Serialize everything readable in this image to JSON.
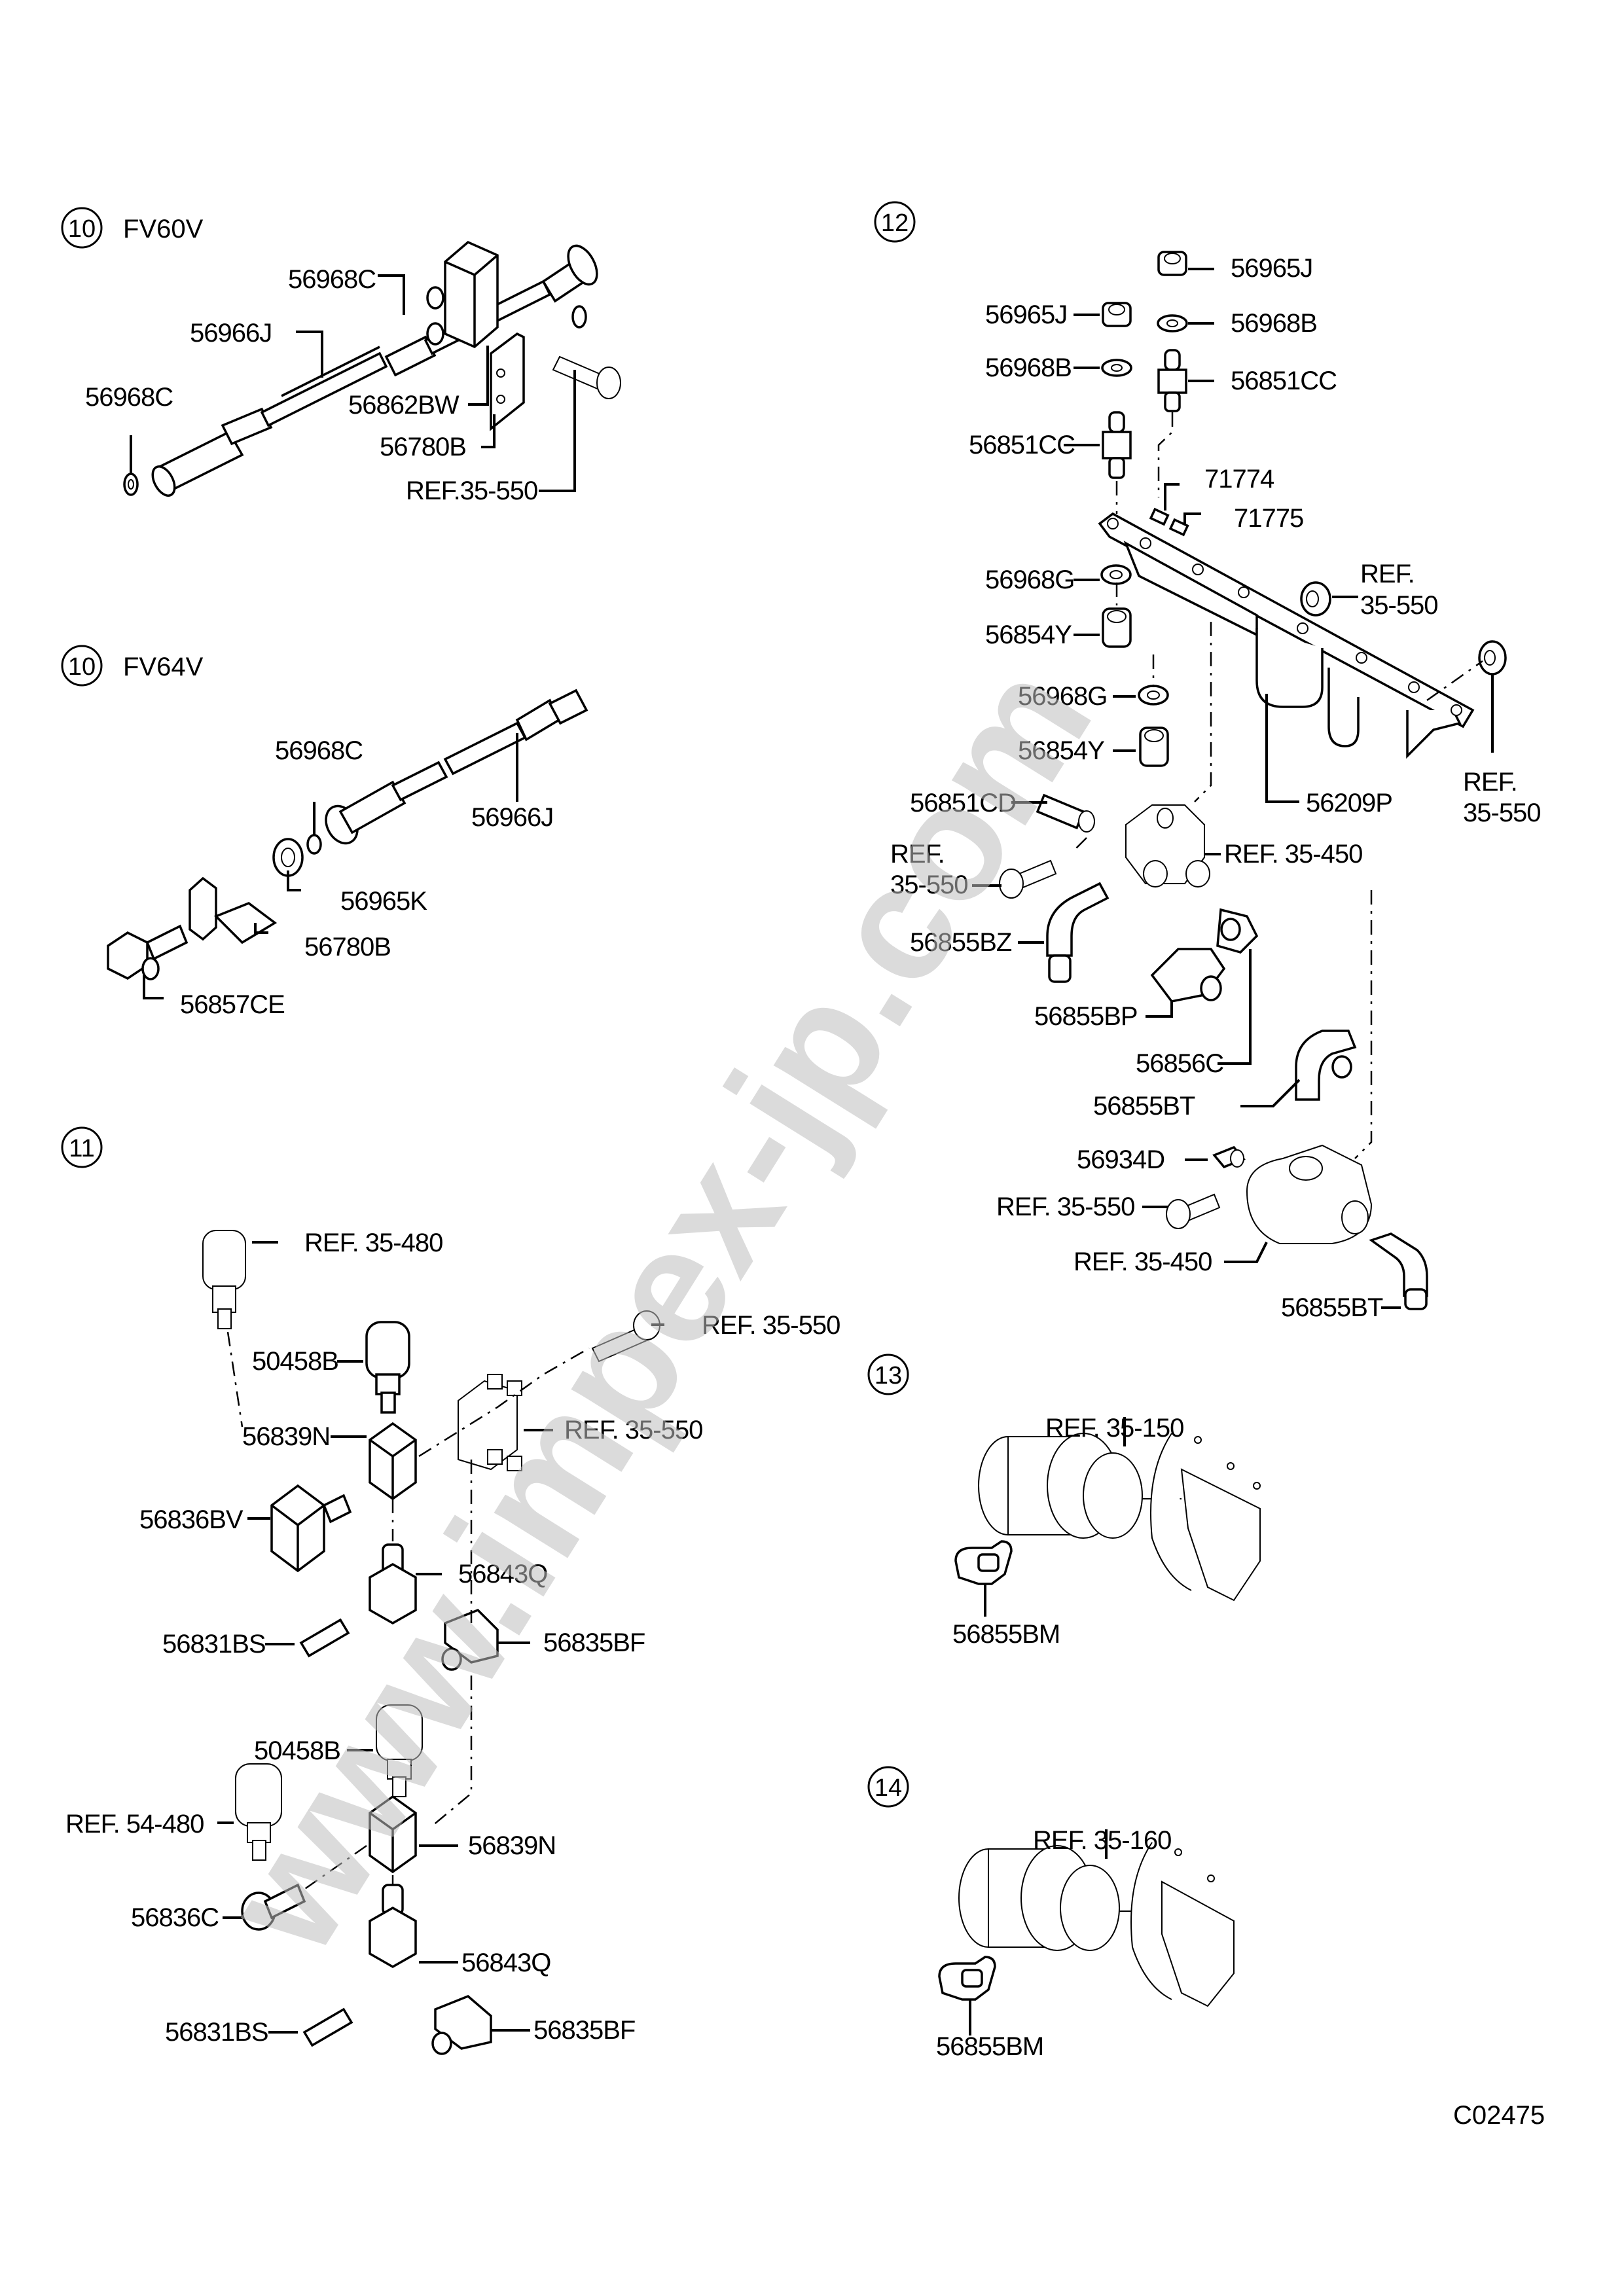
{
  "document": {
    "drawing_code": "C02475",
    "watermark": "www.impex-jp.com"
  },
  "sections": {
    "s10a": {
      "number": "10",
      "title": "FV60V",
      "labels": {
        "washer_top": "56968C",
        "hose": "56966J",
        "washer_left": "56968C",
        "block": "56862BW",
        "bracket": "56780B",
        "bolt_ref": "REF.35-550"
      }
    },
    "s10b": {
      "number": "10",
      "title": "FV64V",
      "labels": {
        "washer": "56968C",
        "hose": "56966J",
        "nut": "56965K",
        "bracket": "56780B",
        "elbow": "56857CE"
      }
    },
    "s11": {
      "number": "11",
      "labels": {
        "switch_ref_top": "REF. 35-480",
        "switch_top": "50458B",
        "bolt_ref": "REF. 35-550",
        "bracket_ref": "REF. 35-550",
        "block_top": "56839N",
        "elbow_top": "56836BV",
        "tee_top": "56843Q",
        "connector_top": "56831BS",
        "elbow_mid": "56835BF",
        "switch_bottom": "50458B",
        "switch_ref_bottom": "REF. 54-480",
        "block_bottom": "56839N",
        "elbow_bottom": "56836C",
        "tee_bottom": "56843Q",
        "connector_bottom": "56831BS",
        "elbow_low": "56835BF"
      }
    },
    "s12": {
      "number": "12",
      "labels": {
        "nut_right": "56965J",
        "nut_left": "56965J",
        "washer_right": "56968B",
        "washer_left": "56968B",
        "union_right": "56851CC",
        "union_left": "56851CC",
        "label_a": "71774",
        "label_b": "71775",
        "washer_g1": "56968G",
        "spacer1": "56854Y",
        "washer_g2": "56968G",
        "spacer2": "56854Y",
        "nut_ref_line1": "REF.",
        "nut_ref_line2": "35-550",
        "far_ref_line1": "REF.",
        "far_ref_line2": "35-550",
        "bracket": "56209P",
        "union_cd": "56851CD",
        "valve_ref": "REF. 35-450",
        "bolt_ref_line1": "REF.",
        "bolt_ref_line2": "35-550",
        "elbow_bz": "56855BZ",
        "elbow_bp": "56855BP",
        "elbow_c": "56856C",
        "elbow_bt_top": "56855BT",
        "plug": "56934D",
        "bolt2_ref": "REF. 35-550",
        "valve2_ref": "REF. 35-450",
        "elbow_bt_bottom": "56855BT"
      }
    },
    "s13": {
      "number": "13",
      "labels": {
        "chamber_ref": "REF. 35-150",
        "elbow": "56855BM"
      }
    },
    "s14": {
      "number": "14",
      "labels": {
        "chamber_ref": "REF. 35-160",
        "elbow": "56855BM"
      }
    }
  }
}
